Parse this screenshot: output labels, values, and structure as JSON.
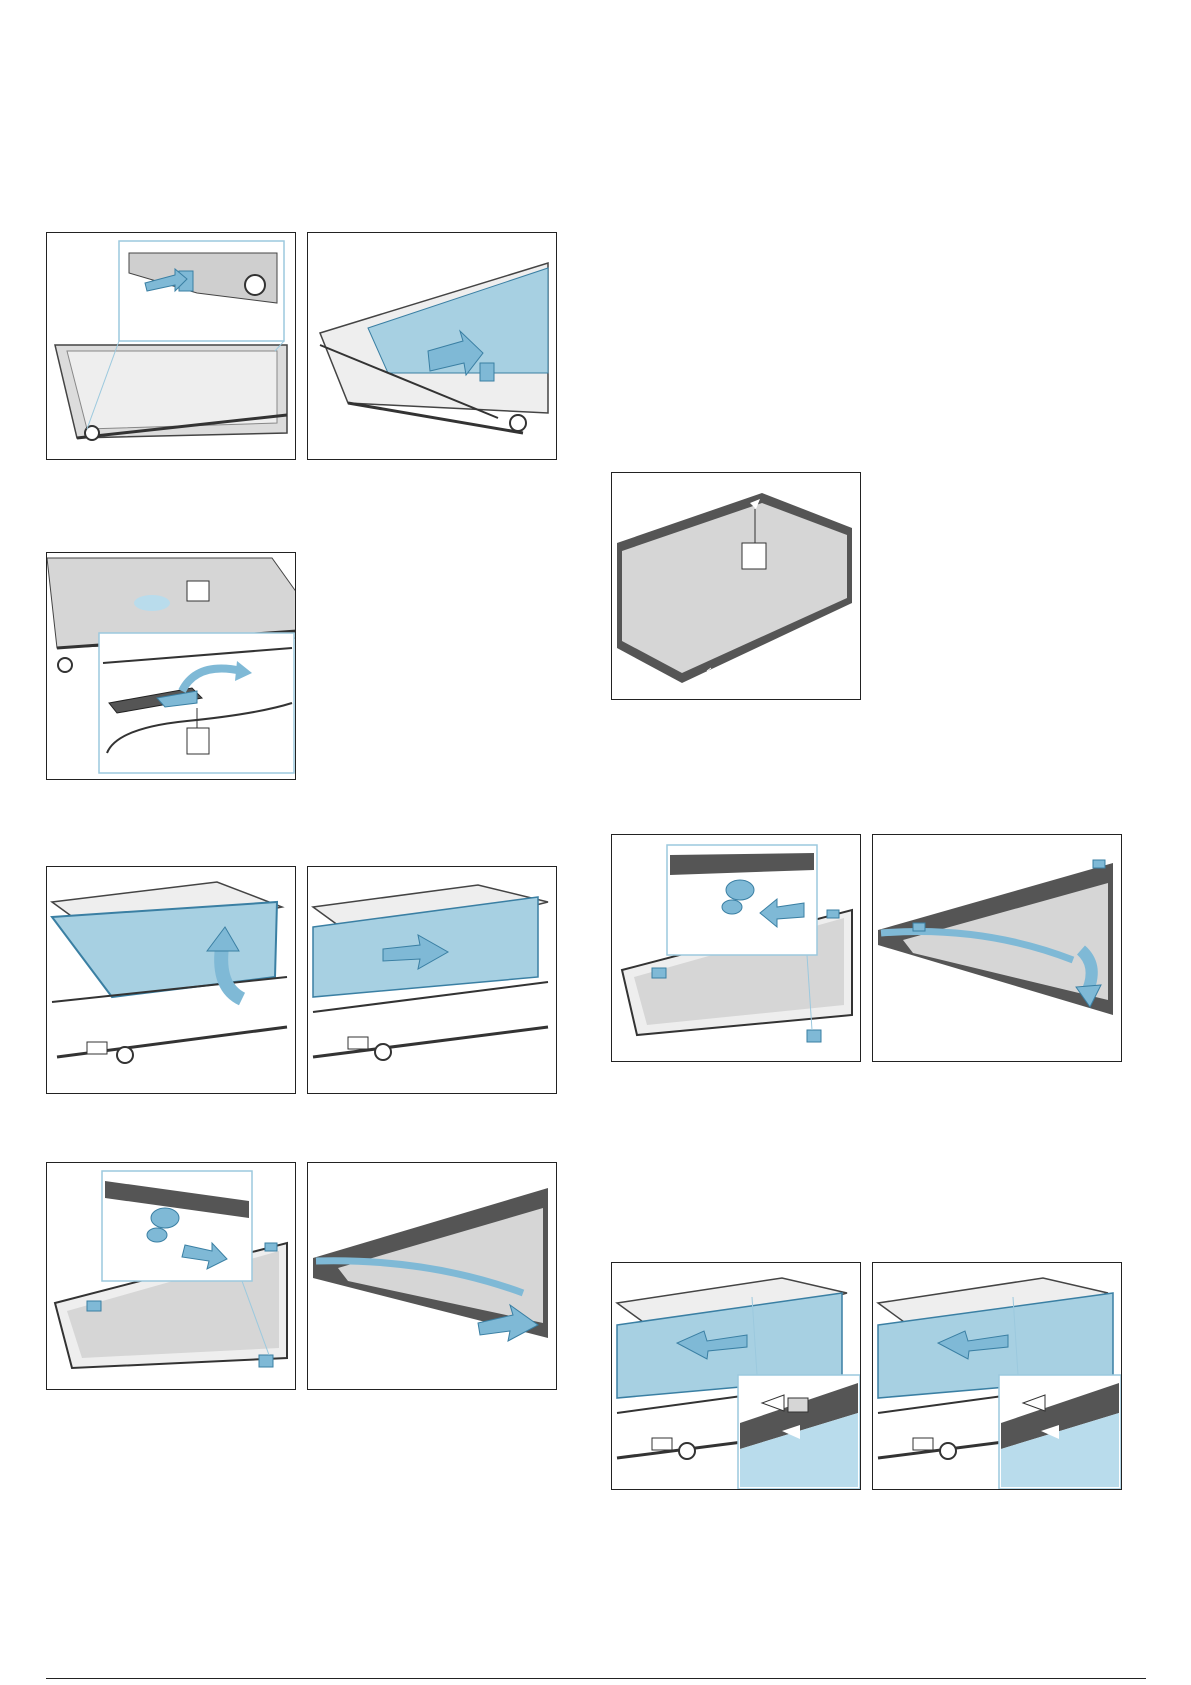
{
  "colors": {
    "accent": "#7fb9d6",
    "accent_light": "#b9dcec",
    "glass": "#a7d0e2",
    "frame": "#555555",
    "panel_gray": "#d6d6d6"
  },
  "figures": [
    {
      "id": "door-release-catch"
    },
    {
      "id": "slide-out-inner-pane"
    },
    {
      "id": "lift-clip"
    },
    {
      "id": "lift-pane-out"
    },
    {
      "id": "slide-pane-out"
    },
    {
      "id": "remove-pane-clip"
    },
    {
      "id": "remove-seal-strip"
    },
    {
      "id": "pane-marking"
    },
    {
      "id": "attach-pane-clip"
    },
    {
      "id": "fit-seal-strip"
    },
    {
      "id": "insert-pane-align-left"
    },
    {
      "id": "insert-pane-align-right"
    }
  ],
  "footer": {
    "rule": true
  }
}
